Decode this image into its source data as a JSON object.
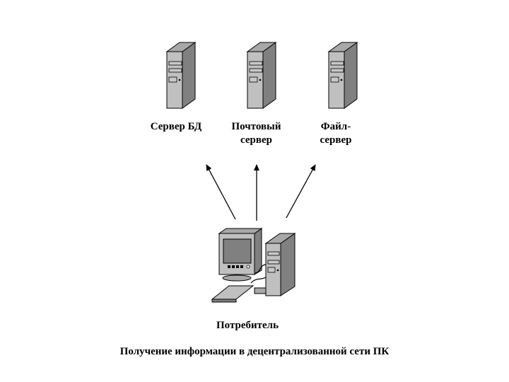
{
  "servers": [
    {
      "icon": "server-tower-icon",
      "label_lines": [
        "Сервер БД"
      ]
    },
    {
      "icon": "server-tower-icon",
      "label_lines": [
        "Почтовый",
        "сервер"
      ]
    },
    {
      "icon": "server-tower-icon",
      "label_lines": [
        "Файл-",
        "сервер"
      ]
    }
  ],
  "client": {
    "icon": "desktop-computer-icon",
    "label": "Потребитель"
  },
  "caption": "Получение информации в децентрализованной сети ПК",
  "colors": {
    "tower_front": "#c0c0c0",
    "tower_side": "#808080",
    "tower_top": "#a8a8a8",
    "screen": "#808080",
    "outline": "#000000"
  }
}
